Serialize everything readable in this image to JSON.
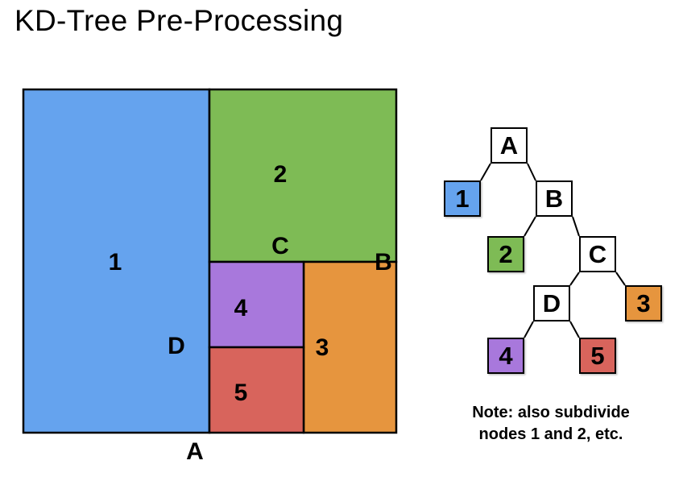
{
  "title": "KD-Tree Pre-Processing",
  "colors": {
    "blue": "#65A3EE",
    "green": "#7EBB55",
    "purple": "#A878DC",
    "red": "#D8645C",
    "orange": "#E6953E",
    "node_fill": "#FFFFFF",
    "outline": "#000000"
  },
  "partition": {
    "regions": [
      {
        "label": "1",
        "color": "blue"
      },
      {
        "label": "2",
        "color": "green"
      },
      {
        "label": "3",
        "color": "orange"
      },
      {
        "label": "4",
        "color": "purple"
      },
      {
        "label": "5",
        "color": "red"
      }
    ],
    "split_labels": [
      {
        "label": "A"
      },
      {
        "label": "B"
      },
      {
        "label": "C"
      },
      {
        "label": "D"
      }
    ]
  },
  "tree": {
    "internal_nodes": [
      {
        "label": "A"
      },
      {
        "label": "B"
      },
      {
        "label": "C"
      },
      {
        "label": "D"
      }
    ],
    "leaf_nodes": [
      {
        "label": "1",
        "color": "blue"
      },
      {
        "label": "2",
        "color": "green"
      },
      {
        "label": "3",
        "color": "orange"
      },
      {
        "label": "4",
        "color": "purple"
      },
      {
        "label": "5",
        "color": "red"
      }
    ],
    "edges": [
      "A-1",
      "A-B",
      "B-2",
      "B-C",
      "C-D",
      "C-3",
      "D-4",
      "D-5"
    ]
  },
  "note": {
    "line1": "Note: also subdivide",
    "line2": "nodes 1 and 2, etc."
  }
}
